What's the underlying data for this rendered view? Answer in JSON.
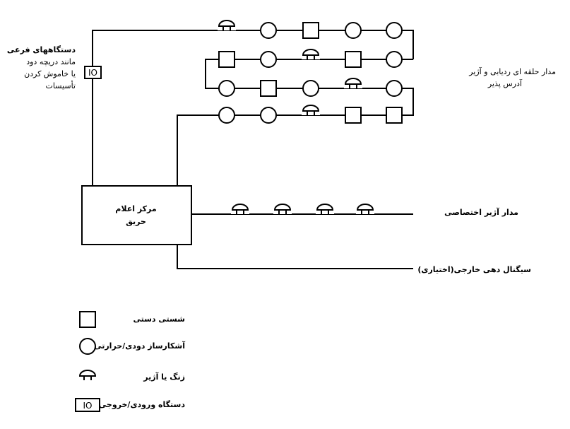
{
  "labels": {
    "aux_devices": [
      "دستگاههای فرعی",
      "مانند دریچه دود",
      "یا خاموش کردن",
      "تأسیسات"
    ],
    "loop_circuit": [
      "مدار حلقه ای ردیابی و آژیر",
      "آدرس پذیر"
    ],
    "panel": [
      "مرکز اعلام",
      "حریق"
    ],
    "dedicated_sounder": "مدار آژیر اختصاصی",
    "external_signal": "سیگنال دهی خارجی(اختیاری)",
    "io_text": "IO"
  },
  "legend": [
    {
      "symbol": "square",
      "label": "شستی دستی"
    },
    {
      "symbol": "circle",
      "label": "آشکارساز دودی/حرارتی"
    },
    {
      "symbol": "bell",
      "label": "زنگ یا آژیر"
    },
    {
      "symbol": "io-box",
      "label": "دستگاه ورودی/خروجی"
    }
  ],
  "loop": {
    "rows": [
      [
        "bell",
        "circle",
        "square",
        "circle",
        "circle"
      ],
      [
        "square",
        "circle",
        "bell",
        "square",
        "circle"
      ],
      [
        "circle",
        "square",
        "circle",
        "bell",
        "circle"
      ],
      [
        "circle",
        "circle",
        "bell",
        "square",
        "square"
      ]
    ]
  },
  "dedicated_sounders": [
    "bell",
    "bell",
    "bell",
    "bell"
  ]
}
